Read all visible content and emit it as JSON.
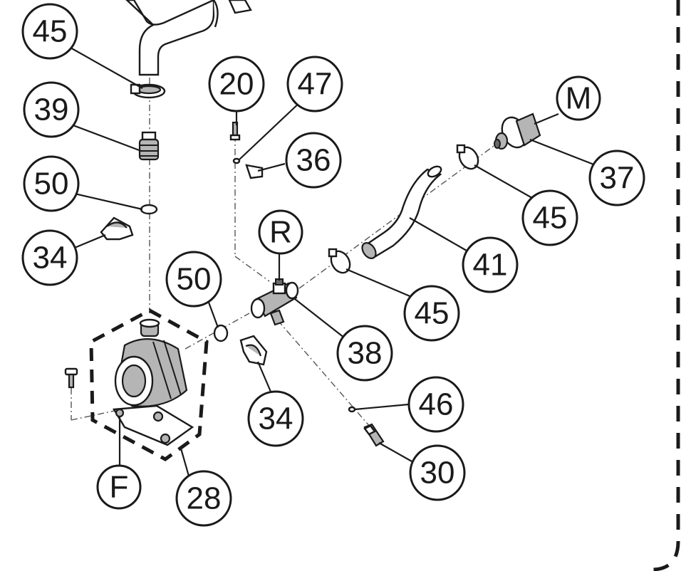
{
  "callouts": [
    {
      "id": "c45a",
      "label": "45"
    },
    {
      "id": "c39",
      "label": "39"
    },
    {
      "id": "c50a",
      "label": "50"
    },
    {
      "id": "c34a",
      "label": "34"
    },
    {
      "id": "c20",
      "label": "20"
    },
    {
      "id": "c47",
      "label": "47"
    },
    {
      "id": "c36",
      "label": "36"
    },
    {
      "id": "cR",
      "label": "R"
    },
    {
      "id": "cM",
      "label": "M"
    },
    {
      "id": "c37",
      "label": "37"
    },
    {
      "id": "c45b",
      "label": "45"
    },
    {
      "id": "c41",
      "label": "41"
    },
    {
      "id": "c50b",
      "label": "50"
    },
    {
      "id": "c45c",
      "label": "45"
    },
    {
      "id": "c38",
      "label": "38"
    },
    {
      "id": "c34b",
      "label": "34"
    },
    {
      "id": "c46",
      "label": "46"
    },
    {
      "id": "c30",
      "label": "30"
    },
    {
      "id": "cF",
      "label": "F"
    },
    {
      "id": "c28",
      "label": "28"
    }
  ]
}
